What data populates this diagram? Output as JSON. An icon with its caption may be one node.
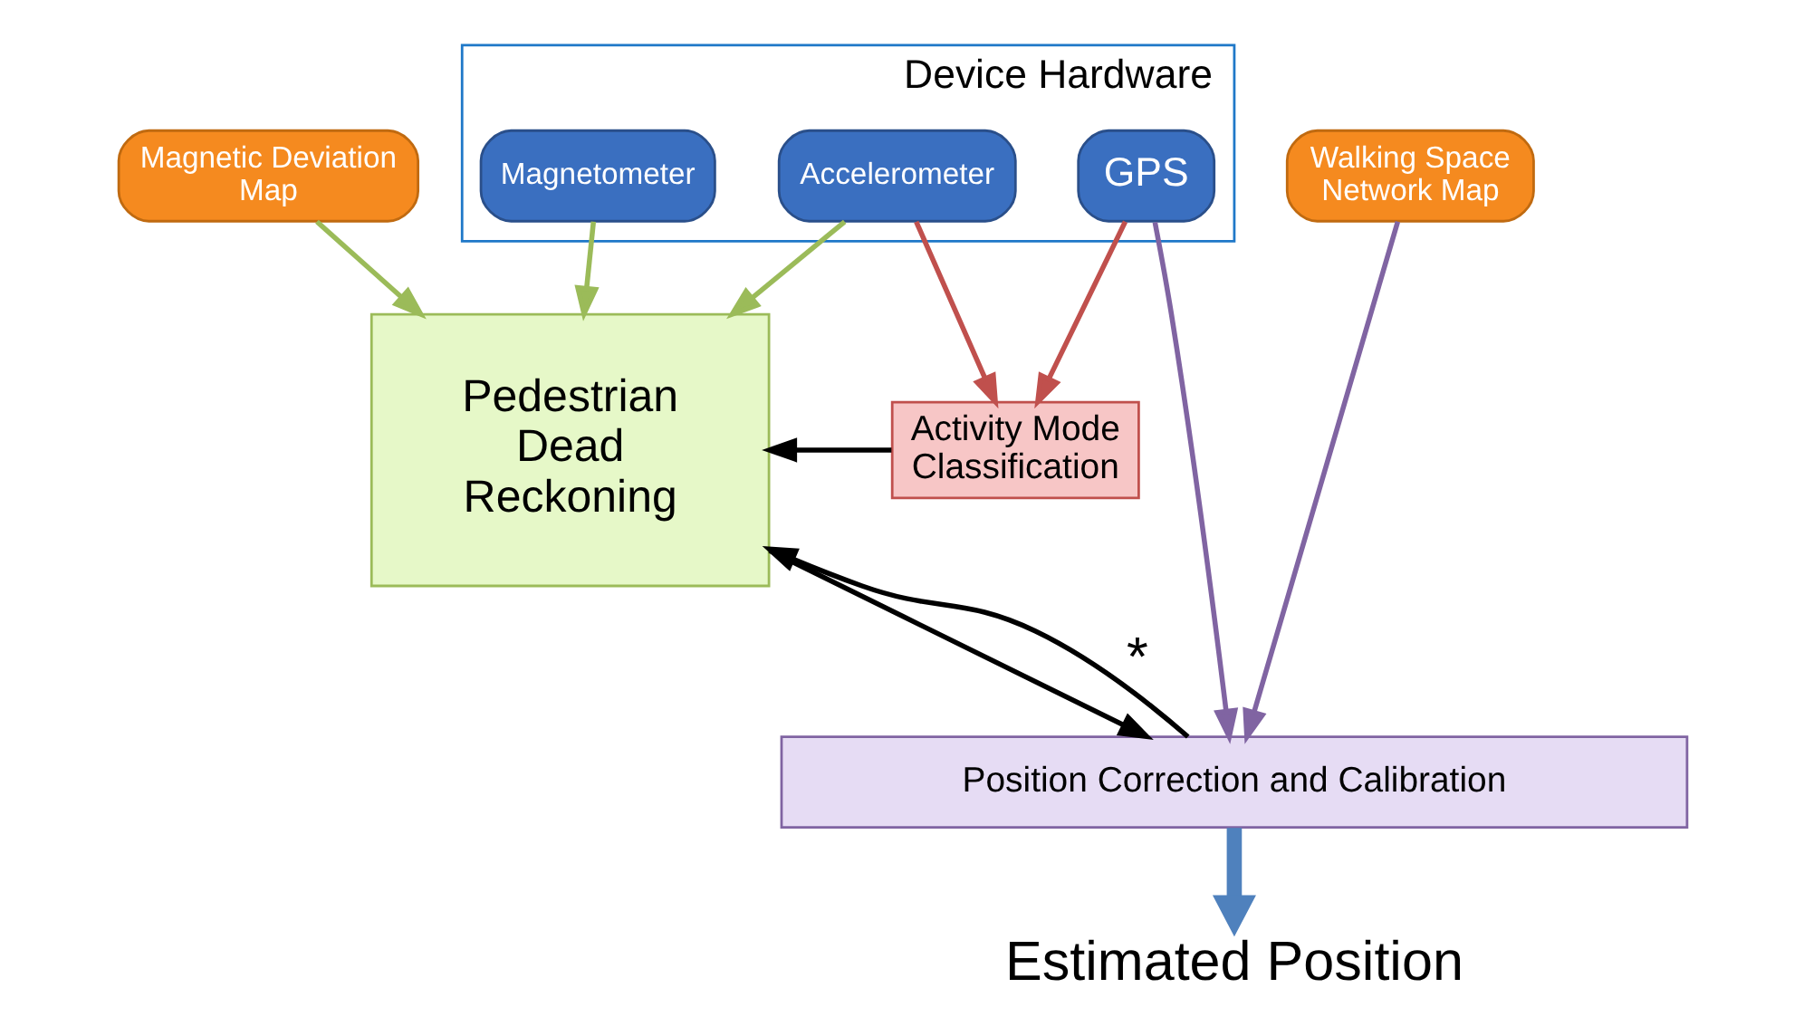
{
  "diagram": {
    "nodes": [
      {
        "text": [
          "Device Hardware"
        ]
      },
      {
        "text": [
          "GPS"
        ],
        "in": 0
      },
      {
        "text": [
          "Accelerometer"
        ],
        "in": 0
      },
      {
        "text": [
          "Magnetometer"
        ],
        "in": 0
      },
      {
        "text": [
          "Walking Space Network Map"
        ]
      },
      {
        "text": [
          "Magnetic Deviation Map"
        ]
      },
      {
        "text": [
          "Activity Mode Classification"
        ]
      },
      {
        "text": [
          "Pedestrian Dead Reckoning"
        ]
      },
      {
        "text": [
          "Position Correction and Calibration"
        ]
      },
      {
        "text": [
          "Estimated Position"
        ]
      }
    ],
    "edges": [
      {
        "from": 4,
        "to": 8,
        "arrow": "to",
        "color": "#8064a2"
      },
      {
        "from": 1,
        "to": 8,
        "arrow": "to",
        "color": "#8064a2"
      },
      {
        "from": 1,
        "to": 6,
        "arrow": "to",
        "color": "#c0504d"
      },
      {
        "from": 2,
        "to": 6,
        "arrow": "to",
        "color": "#c0504d"
      },
      {
        "from": 2,
        "to": 7,
        "arrow": "to",
        "color": "#9bbb59"
      },
      {
        "from": 3,
        "to": 7,
        "arrow": "to",
        "color": "#9bbb59"
      },
      {
        "from": 5,
        "to": 7,
        "arrow": "to",
        "color": "#9bbb59"
      },
      {
        "from": 6,
        "to": 7,
        "arrow": "to",
        "color": "#000000"
      },
      {
        "from": 7,
        "to": 8,
        "arrow": "to",
        "color": "#000000"
      },
      {
        "from": 8,
        "to": 7,
        "arrow": "to",
        "label": "*",
        "color": "#000000"
      },
      {
        "from": 8,
        "to": 9,
        "arrow": "to",
        "style": "thick",
        "color": "#4f81bd"
      }
    ]
  }
}
